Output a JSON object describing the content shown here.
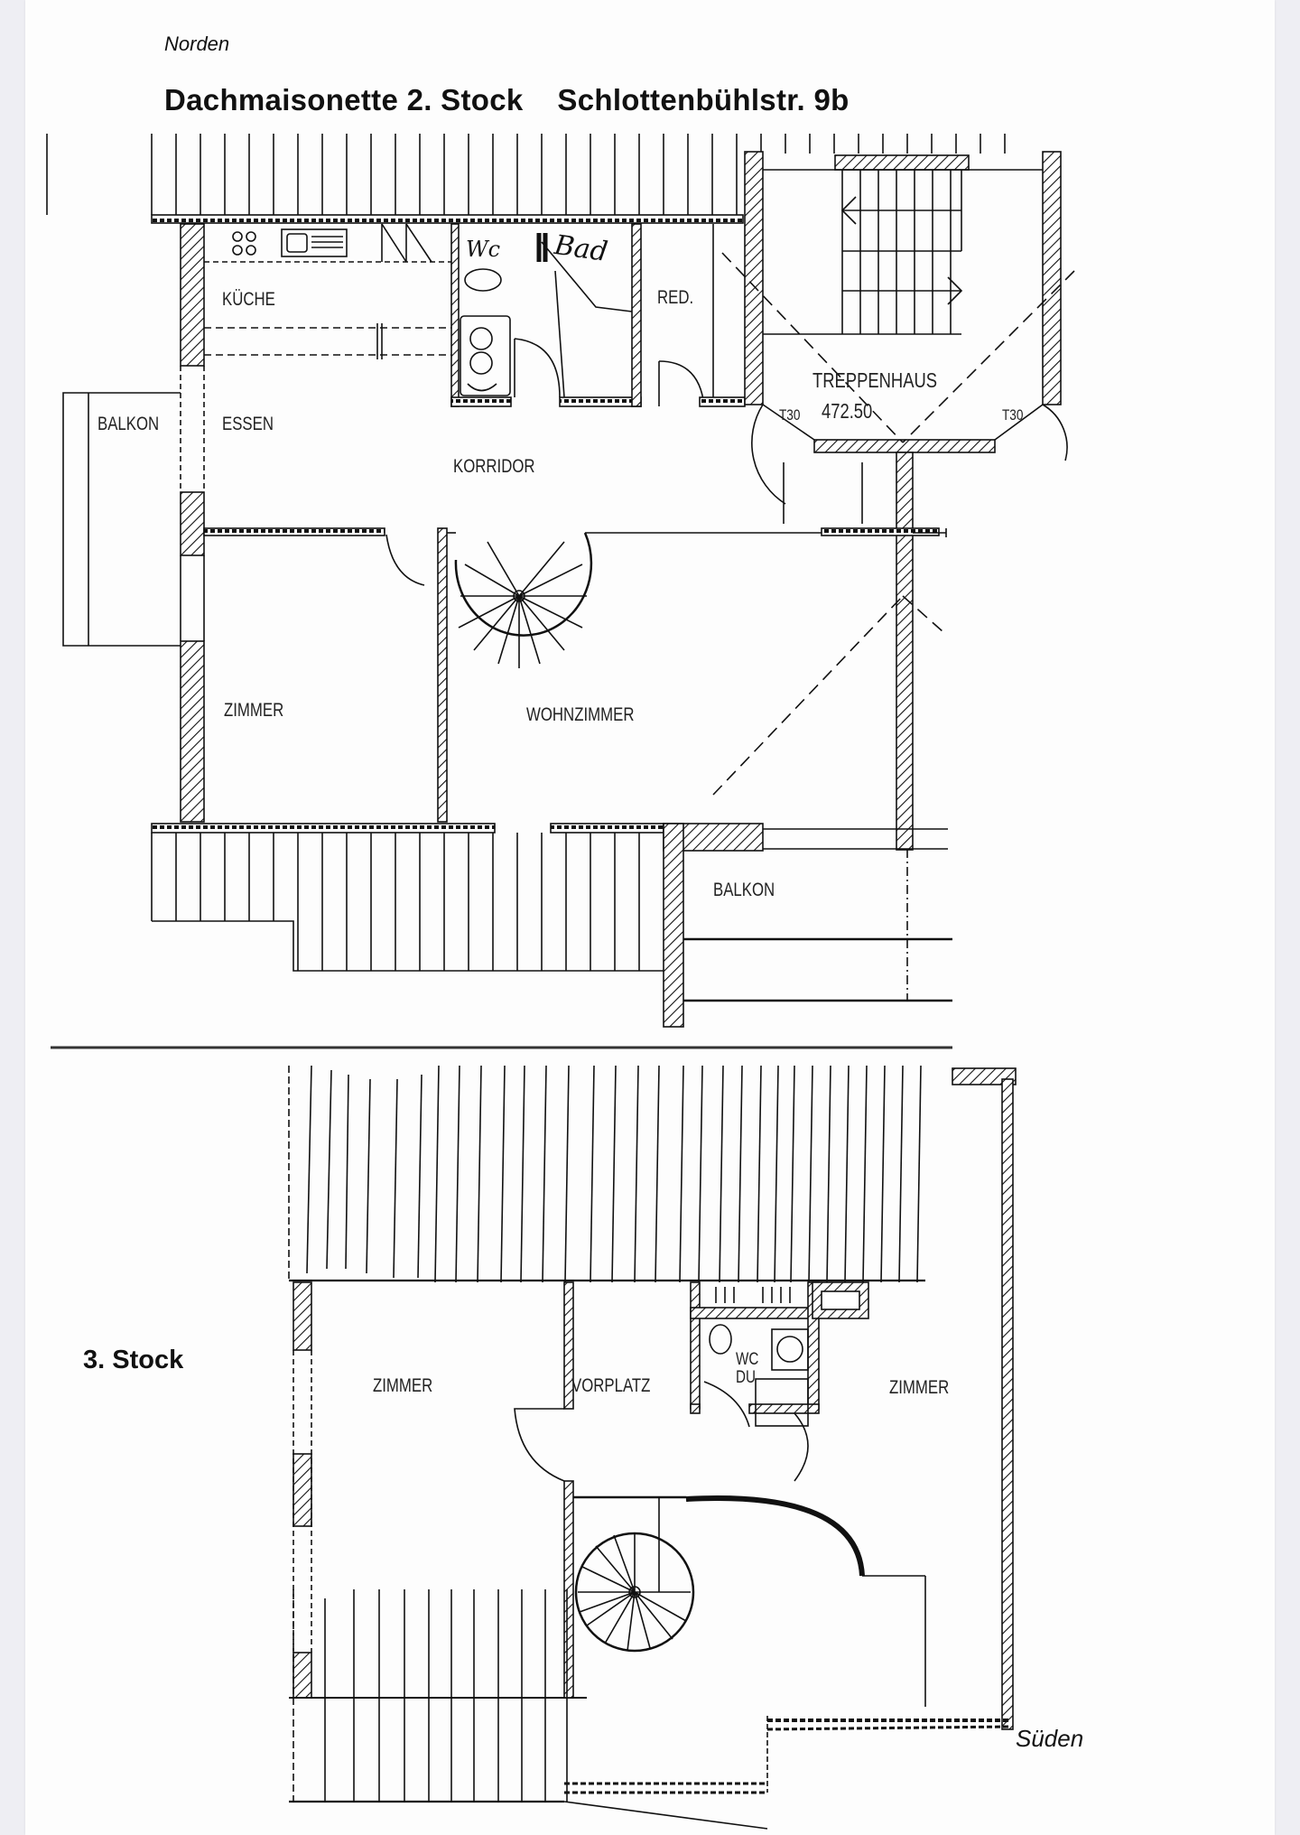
{
  "document": {
    "orientation_top": "Norden",
    "orientation_bottom": "Süden",
    "title": "Dachmaisonette 2. Stock    Schlottenbühlstr. 9b"
  },
  "floor_2": {
    "rooms": {
      "kueche": "KÜCHE",
      "essen": "ESSEN",
      "balkon_west": "BALKON",
      "korridor": "KORRIDOR",
      "wc": "Wc",
      "bad": "Bad",
      "reduit": "RED.",
      "treppenhaus": "TREPPENHAUS",
      "treppenhaus_level": "472.50",
      "door_rating_left": "T30",
      "door_rating_right": "T30",
      "zimmer": "ZIMMER",
      "wohnzimmer": "WOHNZIMMER",
      "balkon_south": "BALKON"
    }
  },
  "floor_3": {
    "label": "3. Stock",
    "rooms": {
      "zimmer_west": "ZIMMER",
      "vorplatz": "VORPLATZ",
      "wc": "WC",
      "du": "DU",
      "zimmer_east": "ZIMMER"
    }
  },
  "colors": {
    "background": "#eeeef3",
    "paper": "#fdfdfd",
    "ink": "#111111"
  }
}
